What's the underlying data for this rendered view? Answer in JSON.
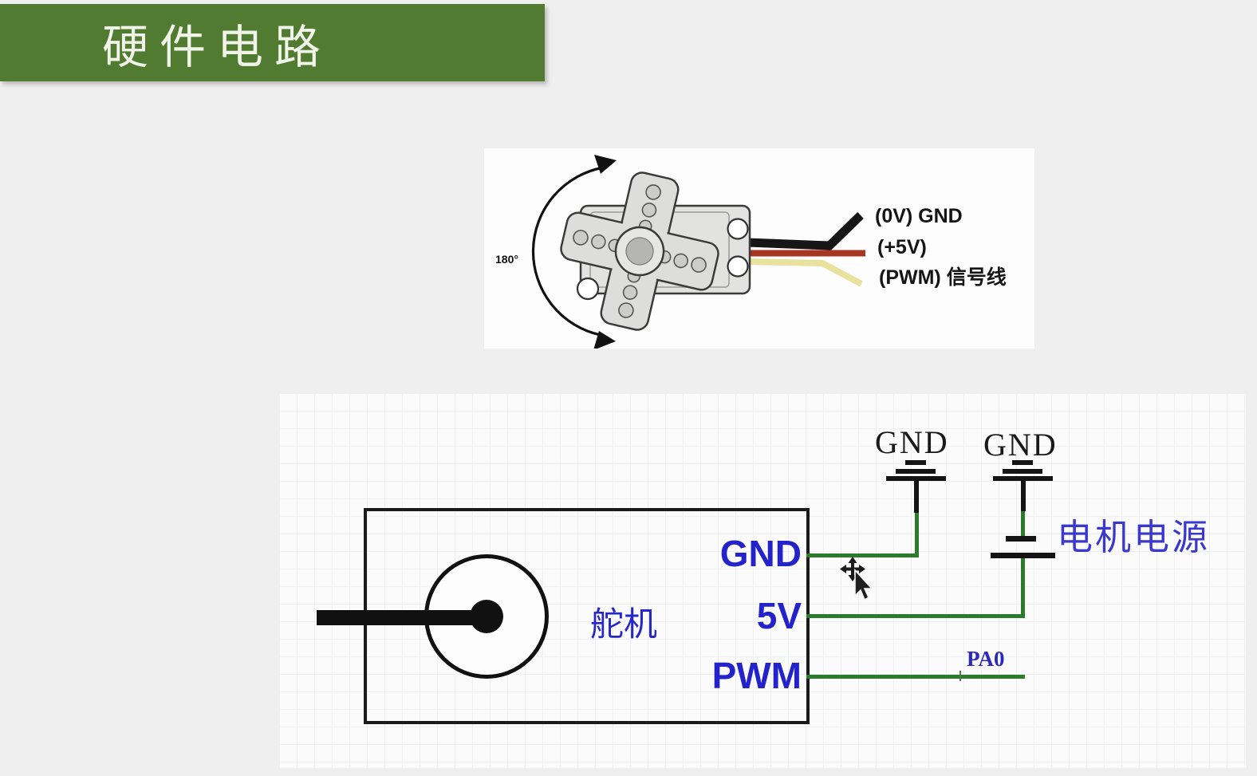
{
  "banner": {
    "title": "硬件电路",
    "bg_color": "#507b31"
  },
  "servo_figure": {
    "angle_label": "180°",
    "labels": {
      "gnd": "(0V) GND",
      "v5": "(+5V)",
      "pwm": "(PWM) 信号线"
    },
    "wire_colors": {
      "gnd": "#161616",
      "v5": "#a63522",
      "pwm": "#e9e19e"
    }
  },
  "schematic": {
    "component": "舵机",
    "pins": {
      "gnd": "GND",
      "v5": "5V",
      "pwm": "PWM"
    },
    "ground_labels": {
      "left": "GND",
      "right": "GND"
    },
    "power_label": "电机电源",
    "net_label": "PA0",
    "wire_color": "#2a7c2b",
    "pin_color": "#2322cb"
  }
}
